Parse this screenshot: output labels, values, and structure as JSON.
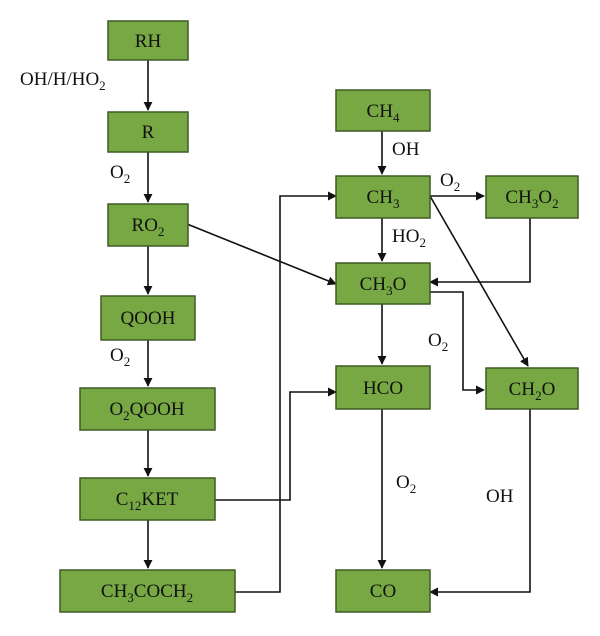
{
  "nodes": {
    "rh": [
      {
        "t": "RH"
      }
    ],
    "r": [
      {
        "t": "R"
      }
    ],
    "ro2": [
      {
        "t": "RO"
      },
      {
        "t": "2",
        "sub": true
      }
    ],
    "qooh": [
      {
        "t": "QOOH"
      }
    ],
    "o2qooh": [
      {
        "t": "O"
      },
      {
        "t": "2",
        "sub": true
      },
      {
        "t": "QOOH"
      }
    ],
    "c12ket": [
      {
        "t": "C"
      },
      {
        "t": "12",
        "sub": true
      },
      {
        "t": "KET"
      }
    ],
    "ch3coch2": [
      {
        "t": "CH"
      },
      {
        "t": "3",
        "sub": true
      },
      {
        "t": "COCH"
      },
      {
        "t": "2",
        "sub": true
      }
    ],
    "ch4": [
      {
        "t": "CH"
      },
      {
        "t": "4",
        "sub": true
      }
    ],
    "ch3": [
      {
        "t": "CH"
      },
      {
        "t": "3",
        "sub": true
      }
    ],
    "ch3o2": [
      {
        "t": "CH"
      },
      {
        "t": "3",
        "sub": true
      },
      {
        "t": "O"
      },
      {
        "t": "2",
        "sub": true
      }
    ],
    "ch3o": [
      {
        "t": "CH"
      },
      {
        "t": "3",
        "sub": true
      },
      {
        "t": "O"
      }
    ],
    "hco": [
      {
        "t": "HCO"
      }
    ],
    "ch2o": [
      {
        "t": "CH"
      },
      {
        "t": "2",
        "sub": true
      },
      {
        "t": "O"
      }
    ],
    "co": [
      {
        "t": "CO"
      }
    ]
  },
  "edge_labels": {
    "rh_r": [
      {
        "t": "OH/H/HO"
      },
      {
        "t": "2",
        "sub": true
      }
    ],
    "r_ro2": [
      {
        "t": "O"
      },
      {
        "t": "2",
        "sub": true
      }
    ],
    "qooh_o2qooh": [
      {
        "t": "O"
      },
      {
        "t": "2",
        "sub": true
      }
    ],
    "ch4_ch3": [
      {
        "t": "OH"
      }
    ],
    "ch3_ch3o2": [
      {
        "t": "O"
      },
      {
        "t": "2",
        "sub": true
      }
    ],
    "ch3_ch3o": [
      {
        "t": "HO"
      },
      {
        "t": "2",
        "sub": true
      }
    ],
    "ch3o_ch2o": [
      {
        "t": "O"
      },
      {
        "t": "2",
        "sub": true
      }
    ],
    "hco_co": [
      {
        "t": "O"
      },
      {
        "t": "2",
        "sub": true
      }
    ],
    "ch2o_co": [
      {
        "t": "OH"
      }
    ]
  }
}
